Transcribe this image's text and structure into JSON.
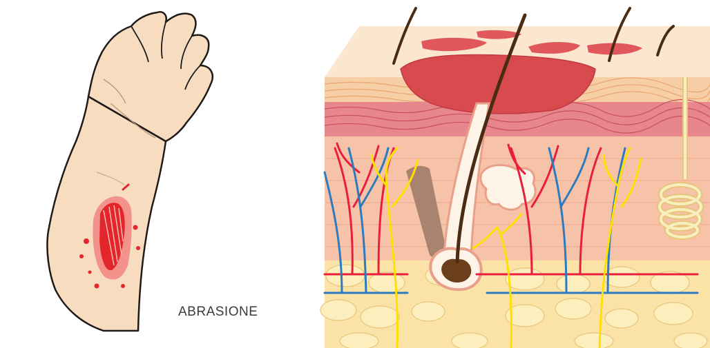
{
  "caption": "ABRASIONE",
  "colors": {
    "skin_arm": "#f7dcc0",
    "skin_outline": "#1e1a18",
    "blood": "#e3262c",
    "blood_light": "#f07a7a",
    "epidermis_top": "#f9ddc0",
    "dermis": "#f3b9a0",
    "hypodermis_fat": "#fbe2a6",
    "wound": "#d94a4e",
    "artery": "#e81e3c",
    "vein": "#2a7bbf",
    "nerve": "#ffe000",
    "hair": "#4a2c14",
    "sweat_gland": "#f3e1a0",
    "sebaceous_gland": "#fdf3e6",
    "muscle": "#a88470"
  },
  "icons": [
    "arm-illustration",
    "skin-cross-section-illustration"
  ]
}
